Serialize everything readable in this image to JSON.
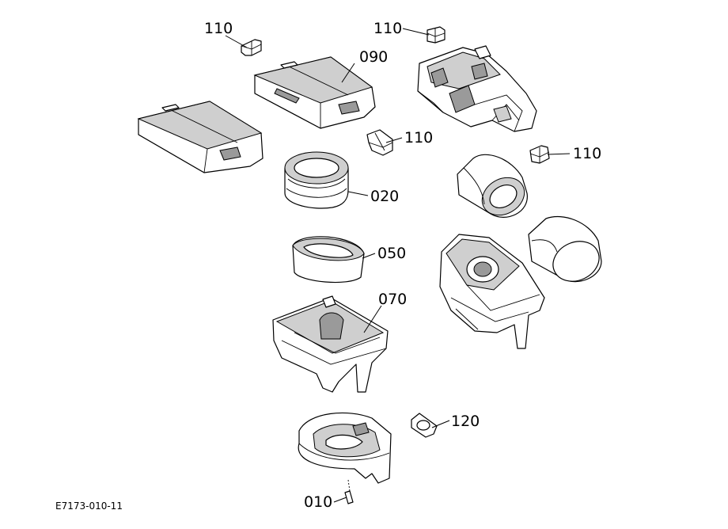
{
  "callouts": {
    "c110_a": "110",
    "c110_b": "110",
    "c110_c": "110",
    "c110_d": "110",
    "c090": "090",
    "c020": "020",
    "c050": "050",
    "c070": "070",
    "c120": "120",
    "c010": "010"
  },
  "diagram_code": "E7173-010-11"
}
